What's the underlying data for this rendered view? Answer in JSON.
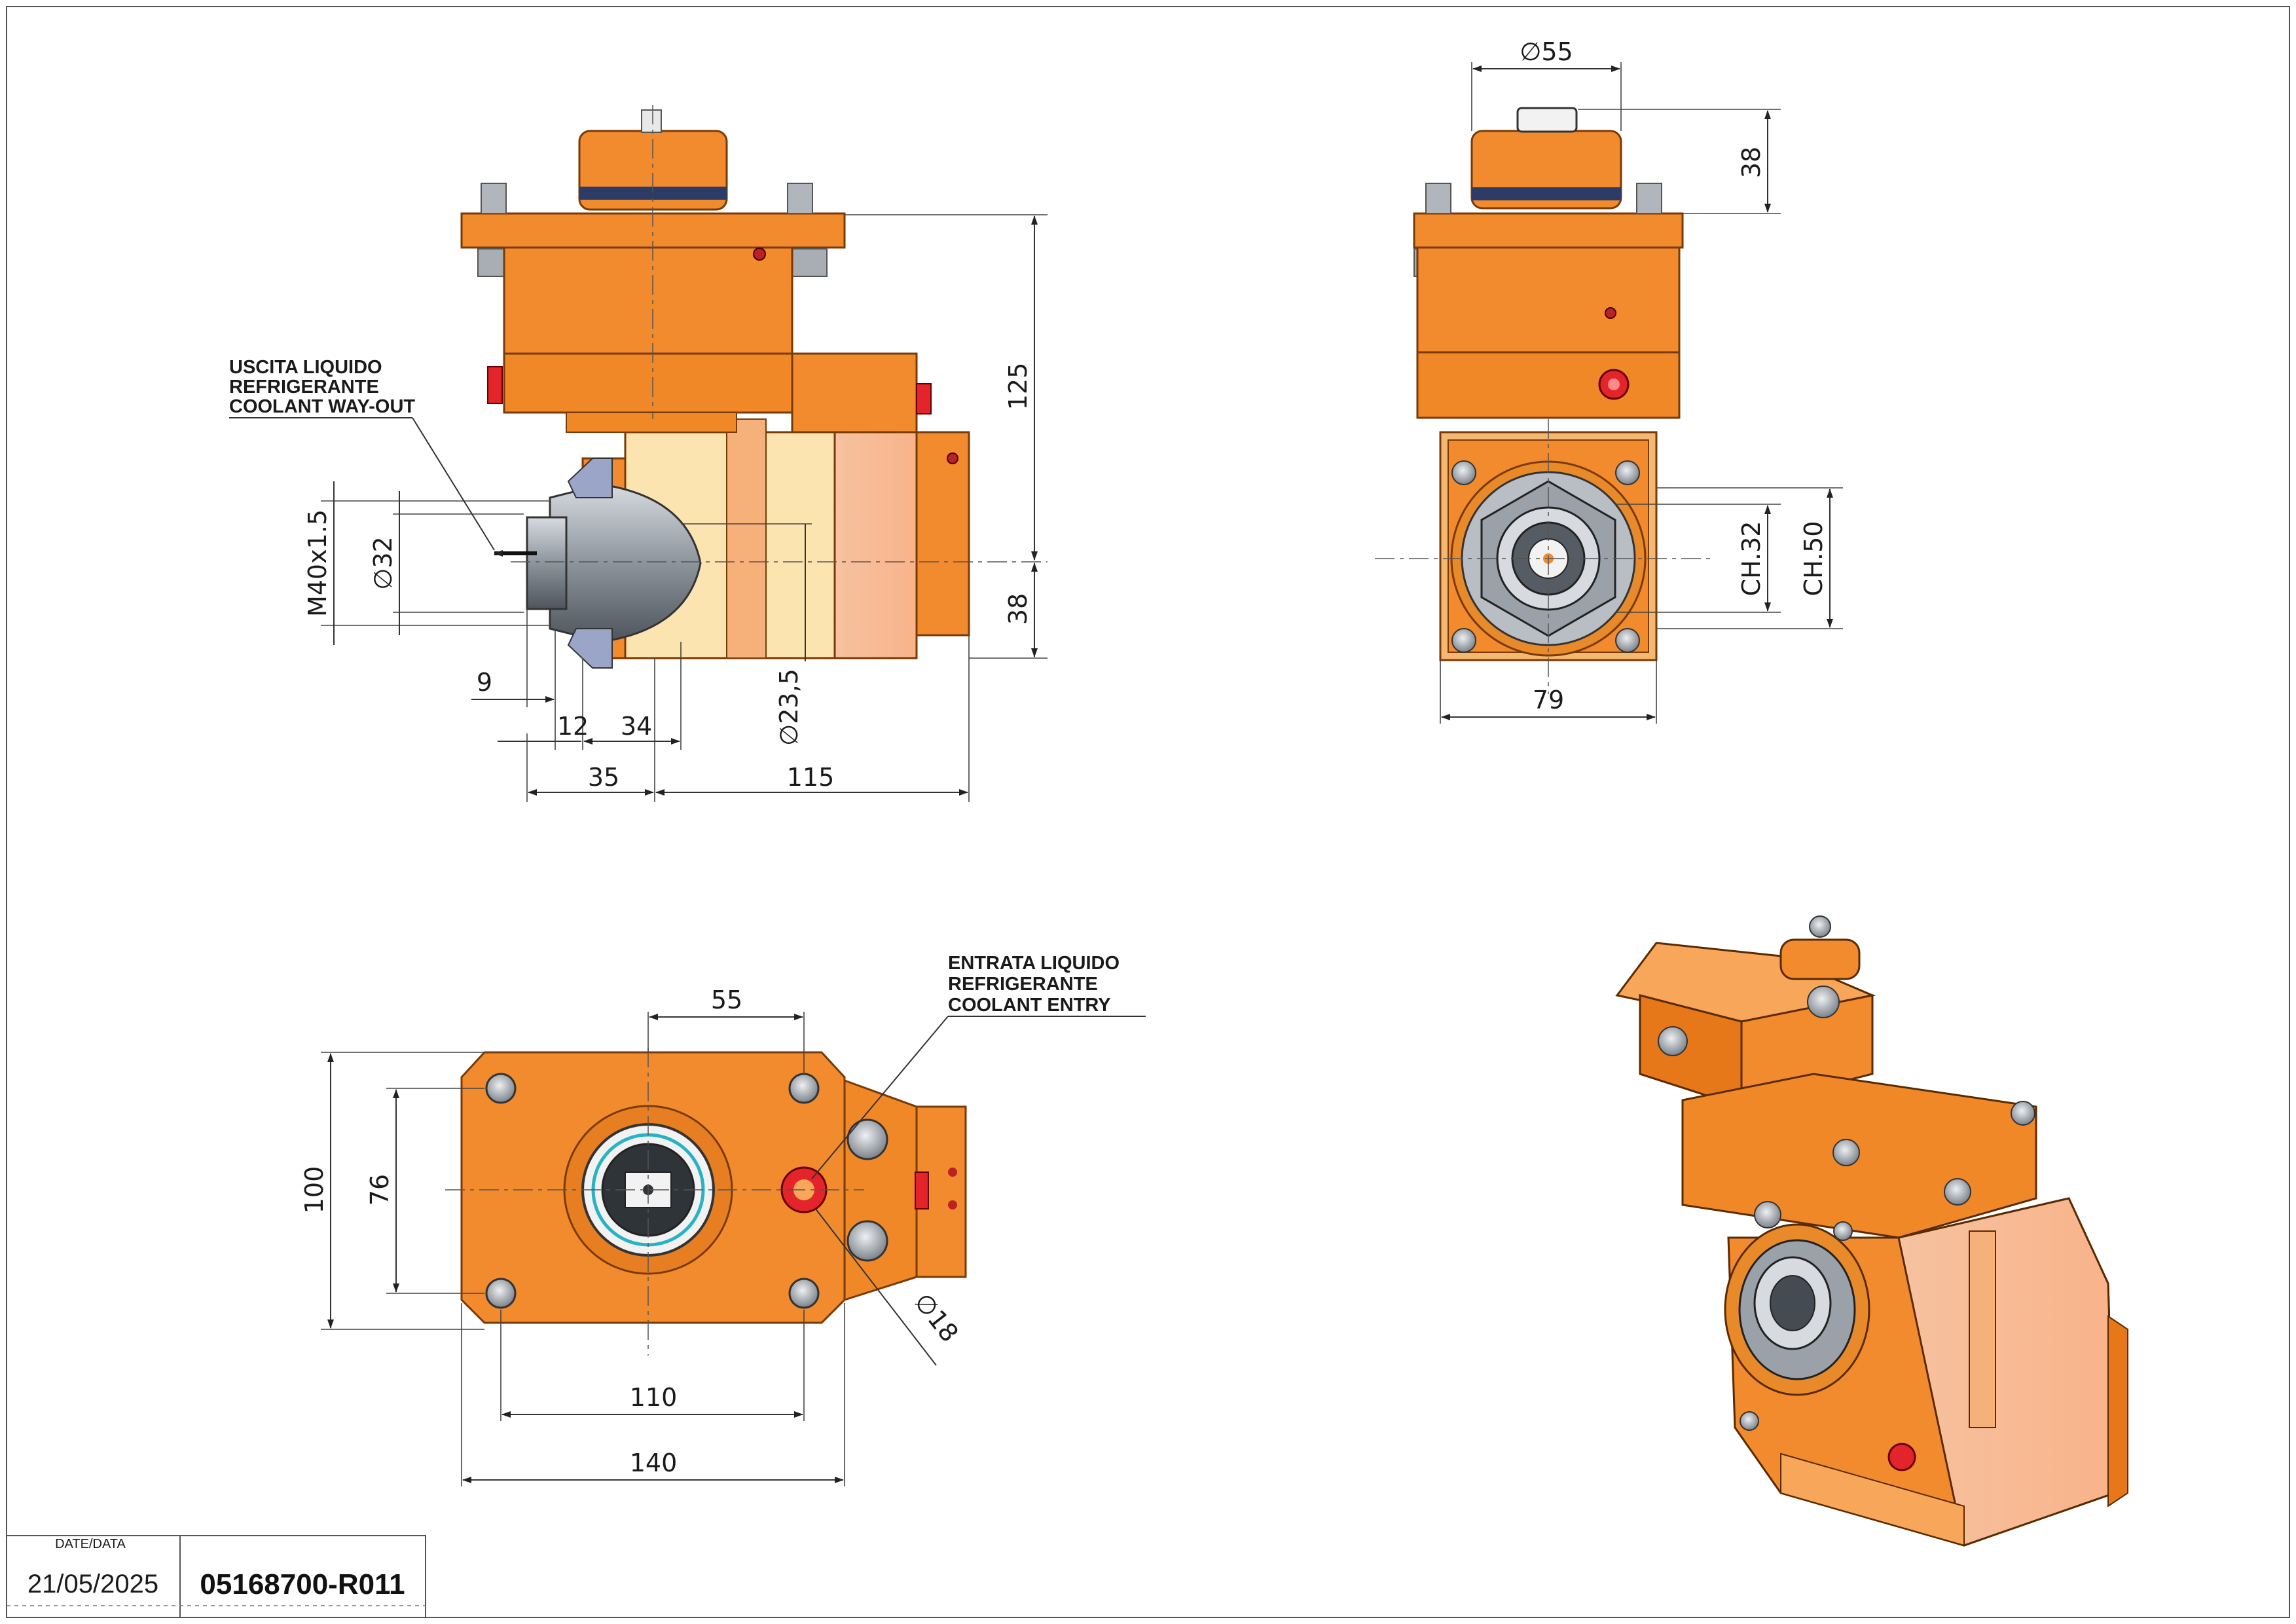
{
  "title_block": {
    "date_label": "DATE/DATA",
    "date": "21/05/2025",
    "drawing_code": "05168700-R011"
  },
  "notes": {
    "coolant_out": [
      "USCITA LIQUIDO",
      "REFRIGERANTE",
      "COOLANT WAY-OUT"
    ],
    "coolant_in": [
      "ENTRATA LIQUIDO",
      "REFRIGERANTE",
      "COOLANT ENTRY"
    ]
  },
  "dimensions": {
    "side": {
      "height_125": "125",
      "height_38": "38",
      "thread": "M40x1.5",
      "dia_32": "∅32",
      "dia_23_5": "∅23,5",
      "len_9": "9",
      "len_12": "12",
      "len_34": "34",
      "len_35": "35",
      "len_115": "115"
    },
    "front": {
      "dia_55": "∅55",
      "height_38": "38",
      "ch_32": "CH.32",
      "ch_50": "CH.50",
      "width_79": "79"
    },
    "top": {
      "width_55": "55",
      "height_100": "100",
      "height_76": "76",
      "width_110": "110",
      "width_140": "140",
      "dia_18": "∅18"
    }
  },
  "colors": {
    "body": "#f28a2e",
    "body_dark": "#d96f14",
    "body_light": "#f7a65a",
    "housing": "#fbe4b0",
    "side_plate": "#f9c09a",
    "steel": "#9aa1a8",
    "red": "#e3242b"
  }
}
